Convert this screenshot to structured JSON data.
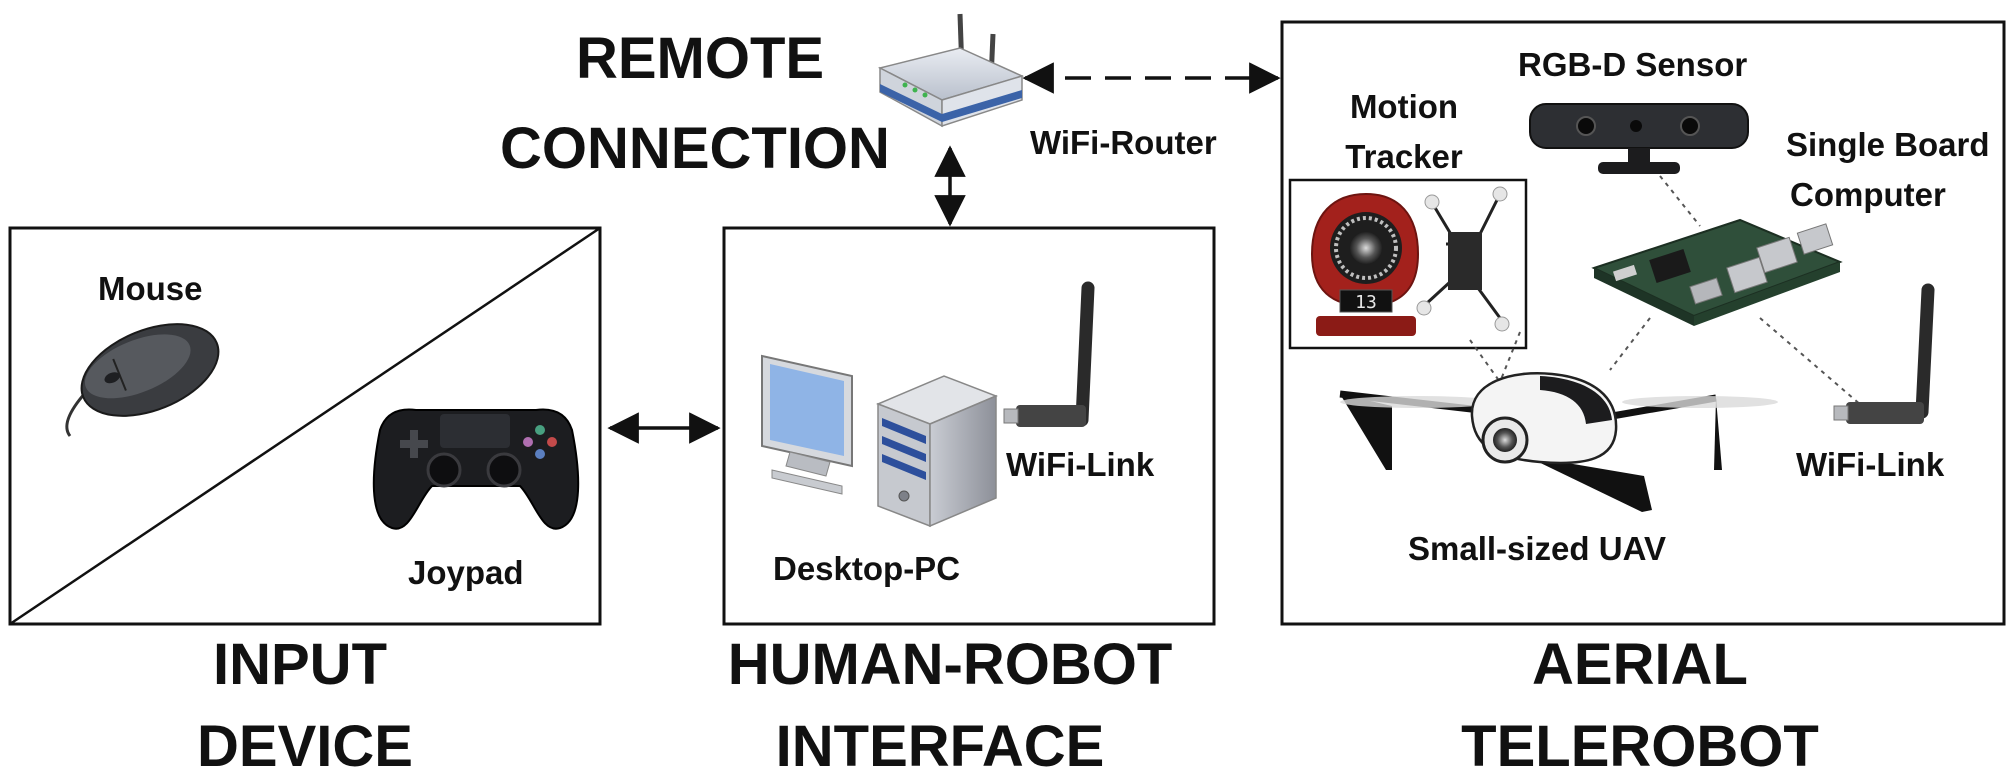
{
  "sections": {
    "remote_connection": [
      "REMOTE",
      "CONNECTION"
    ],
    "input_device": [
      "INPUT",
      "DEVICE"
    ],
    "human_robot_interface": [
      "HUMAN-ROBOT",
      "INTERFACE"
    ],
    "aerial_telerobot": [
      "AERIAL",
      "TELEROBOT"
    ]
  },
  "labels": {
    "wifi_router": "WiFi-Router",
    "mouse": "Mouse",
    "joypad": "Joypad",
    "desktop_pc": "Desktop-PC",
    "wifi_link_pc": "WiFi-Link",
    "motion_tracker": [
      "Motion",
      "Tracker"
    ],
    "rgbd_sensor": "RGB-D Sensor",
    "single_board_computer": [
      "Single Board",
      "Computer"
    ],
    "wifi_link_uav": "WiFi-Link",
    "uav": "Small-sized UAV",
    "tracker_display": "13"
  },
  "colors": {
    "line": "#111111",
    "router_blue": "#3b63a8",
    "monitor_blue": "#8fb4e6",
    "pc_stripe": "#2d4f9c",
    "board_green": "#2f4f3a",
    "tracker_red": "#a3211c"
  }
}
